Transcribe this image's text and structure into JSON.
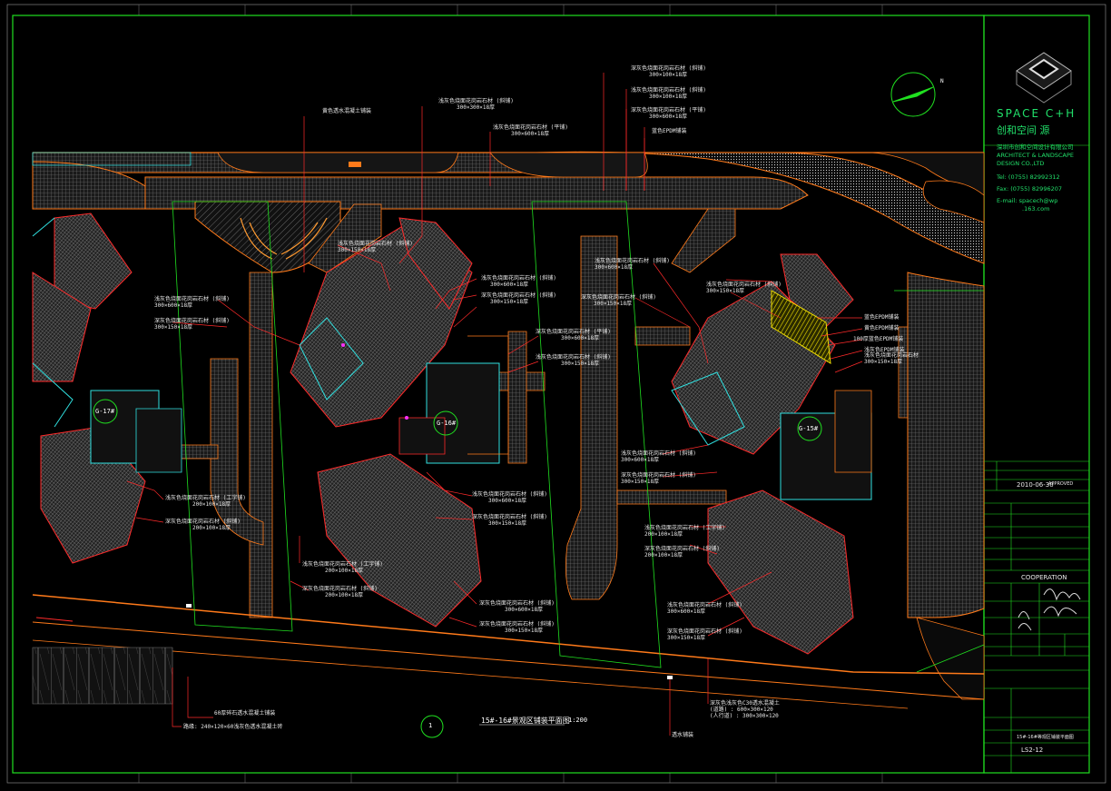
{
  "title_block": {
    "brand": "SPACE C+H",
    "brand_cn": "创和空间 源",
    "company_cn": "深圳市创和空间设计有限公司",
    "company_en_1": "ARCHITECT & LANDSCAPE",
    "company_en_2": "DESIGN CO.,LTD",
    "tel": "Tel:    (0755) 82992312",
    "fax": "Fax:    (0755) 82996207",
    "email": "E-mail:  spacech@wp",
    "email2": ".163.com",
    "date": "2010-06-30",
    "status": "APPROVED",
    "cooperation": "COOPERATION",
    "drawing_no": "LS2-12",
    "sheet_title": "15#-16#等观区铺装平面图"
  },
  "drawing": {
    "main_title": "15#-16#景观区铺装平面图",
    "scale": "1:200",
    "callout_number": "1",
    "north_label": "N"
  },
  "buildings": [
    {
      "tag": "G-17#"
    },
    {
      "tag": "G-16#"
    },
    {
      "tag": "G-15#"
    }
  ],
  "labels": {
    "top_a": "黄色透水混凝土铺装",
    "top_b1": "浅灰色烧面花岗岩石材 (斜铺)",
    "top_b2": "300×300×18厚",
    "top_c1": "浅灰色烧面花岗岩石材 (平铺)",
    "top_c2": "300×600×18厚",
    "top_d1": "深灰色烧面花岗岩石材 (斜铺)",
    "top_d2": "300×100×18厚",
    "top_e1": "浅灰色烧面花岗岩石材 (斜铺)",
    "top_e2": "300×100×18厚",
    "top_f1": "深灰色烧面花岗岩石材 (平铺)",
    "top_f2": "300×600×18厚",
    "top_g": "蓝色EPDM铺装",
    "mid_a1": "浅灰色烧面花岗岩石材 (斜铺)",
    "mid_a2": "300×150×18厚",
    "mid_b1": "浅灰色烧面花岗岩石材 (斜铺)",
    "mid_b2": "300×600×18厚",
    "mid_c1": "深灰色烧面花岗岩石材 (斜铺)",
    "mid_c2": "300×150×18厚",
    "mid_d1": "深灰色烧面花岗岩石材 (平铺)",
    "mid_d2": "300×600×18厚",
    "mid_e1": "浅灰色烧面花岗岩石材 (斜铺)",
    "mid_e2": "300×150×18厚",
    "left_a1": "浅灰色烧面花岗岩石材 (斜铺)",
    "left_a2": "300×600×18厚",
    "left_b1": "深灰色烧面花岗岩石材 (斜铺)",
    "left_b2": "300×150×18厚",
    "c_a1": "浅灰色烧面花岗岩石材 (工字铺)",
    "c_a2": "200×100×18厚",
    "c_b1": "深灰色烧面花岗岩石材 (斜铺)",
    "c_b2": "200×100×18厚",
    "r_a1": "浅灰色烧面花岗岩石材 (斜铺)",
    "r_a2": "300×600×18厚",
    "r_b1": "深灰色烧面花岗岩石材 (斜铺)",
    "r_b2": "300×150×18厚",
    "epdm_1": "蓝色EPDM铺装",
    "epdm_2": "黄色EPDM铺装",
    "epdm_3": "100厚蓝色EPDM铺装",
    "epdm_4": "浅灰色EPDM铺装",
    "r_c1": "浅灰色烧面花岗岩石材",
    "r_c2": "300×150×18厚",
    "ll_a1": "浅灰色烧面花岗岩石材 (工字铺)",
    "ll_a2": "200×100×18厚",
    "ll_b1": "深灰色烧面花岗岩石材 (斜铺)",
    "ll_b2": "200×100×18厚",
    "lc_a1": "浅灰色烧面花岗岩石材 (工字铺)",
    "lc_a2": "200×100×18厚",
    "lc_b1": "深灰色烧面花岗岩石材 (斜铺)",
    "lc_b2": "200×100×18厚",
    "bc_a1": "浅灰色烧面花岗岩石材 (斜铺)",
    "bc_a2": "300×600×18厚",
    "bc_b1": "深灰色烧面花岗岩石材 (斜铺)",
    "bc_b2": "300×150×18厚",
    "bc_c1": "深灰色烧面花岗岩石材 (斜铺)",
    "bc_c2": "300×150×18厚",
    "br_a1": "浅灰色烧面花岗岩石材 (工字铺)",
    "br_a2": "200×100×18厚",
    "br_b1": "深灰色烧面花岗岩石材 (斜铺)",
    "br_b2": "200×100×18厚",
    "brr_a1": "浅灰色烧面花岗岩石材 (斜铺)",
    "brr_a2": "300×600×18厚",
    "brr_b1": "深灰色烧面花岗岩石材 (斜铺)",
    "brr_b2": "300×150×18厚",
    "bottom_a": "60厚碎石透水混凝土铺装",
    "bottom_b": "路缘: 240×120×60浅灰色透水混凝土砖",
    "bottom_c1": "深灰色浅灰色C30透水混凝土",
    "bottom_c2": "(道路) : 600×300×120",
    "bottom_c3": "(人行道) : 300×300×120",
    "bottom_d": "透水铺装"
  },
  "colors": {
    "frame": "#20e020",
    "road": "#ff7a1a",
    "paving": "#9a9a9a",
    "building": "#b0b0b0",
    "outline": "#ff2a2a",
    "cyan": "#30e0e0",
    "yellow": "#f2e000",
    "magenta": "#ff30ff"
  }
}
